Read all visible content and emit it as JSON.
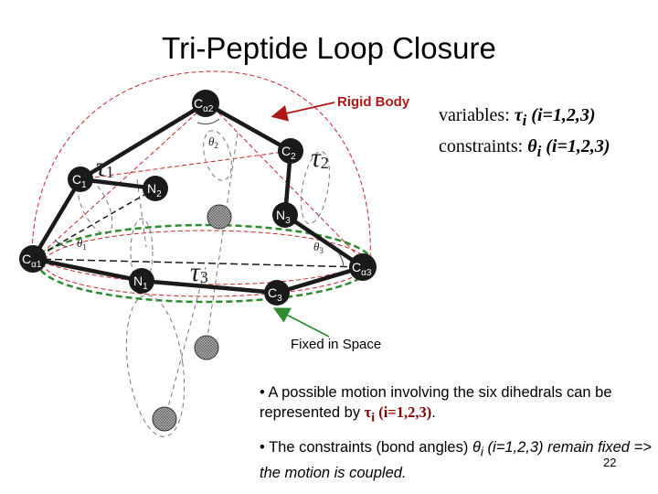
{
  "title": "Tri-Peptide Loop Closure",
  "rigid_body_label": "Rigid Body",
  "fixed_label": "Fixed in Space",
  "atoms": {
    "ca2": {
      "main": "C",
      "sub": "α2"
    },
    "c2": {
      "main": "C",
      "sub": "2"
    },
    "c1": {
      "main": "C",
      "sub": "1"
    },
    "n2": {
      "main": "N",
      "sub": "2"
    },
    "n3": {
      "main": "N",
      "sub": "3"
    },
    "ca1": {
      "main": "C",
      "sub": "α1"
    },
    "n1": {
      "main": "N",
      "sub": "1"
    },
    "ca3": {
      "main": "C",
      "sub": "α3"
    },
    "c3": {
      "main": "C",
      "sub": "3"
    }
  },
  "taus": {
    "tau1": {
      "main": "τ",
      "sub": "1"
    },
    "tau2": {
      "main": "τ",
      "sub": "2"
    },
    "tau3": {
      "main": "τ",
      "sub": "3"
    }
  },
  "thetas": {
    "theta1": {
      "main": "θ",
      "sub": "1"
    },
    "theta2": {
      "main": "θ",
      "sub": "2"
    },
    "theta3": {
      "main": "θ",
      "sub": "3"
    }
  },
  "variables_line": {
    "prefix": "variables:  ",
    "symbol": "τ",
    "sub": "i",
    "range": " (i=1,2,3)"
  },
  "constraints_line": {
    "prefix": "constraints: ",
    "symbol": "θ",
    "sub": "i",
    "range": " (i=1,2,3)"
  },
  "bullet1": {
    "text": "• A possible motion involving the six dihedrals can be represented by ",
    "symbol": "τ",
    "sub": "i",
    "range": " (i=1,2,3)",
    "end": "."
  },
  "bullet2": {
    "text": "• The constraints (bond angles) ",
    "symbol": "θ",
    "sub": "i",
    "range": " (i=1,2,3)",
    "italic_text": " remain fixed => the motion is coupled."
  },
  "page_number": "22",
  "colors": {
    "atom_fill": "#1a1a1a",
    "rigid_outline": "#cc2222",
    "fixed_outline": "#2e8b2e",
    "rigid_label": "#b01818",
    "guide_line": "#888888"
  }
}
